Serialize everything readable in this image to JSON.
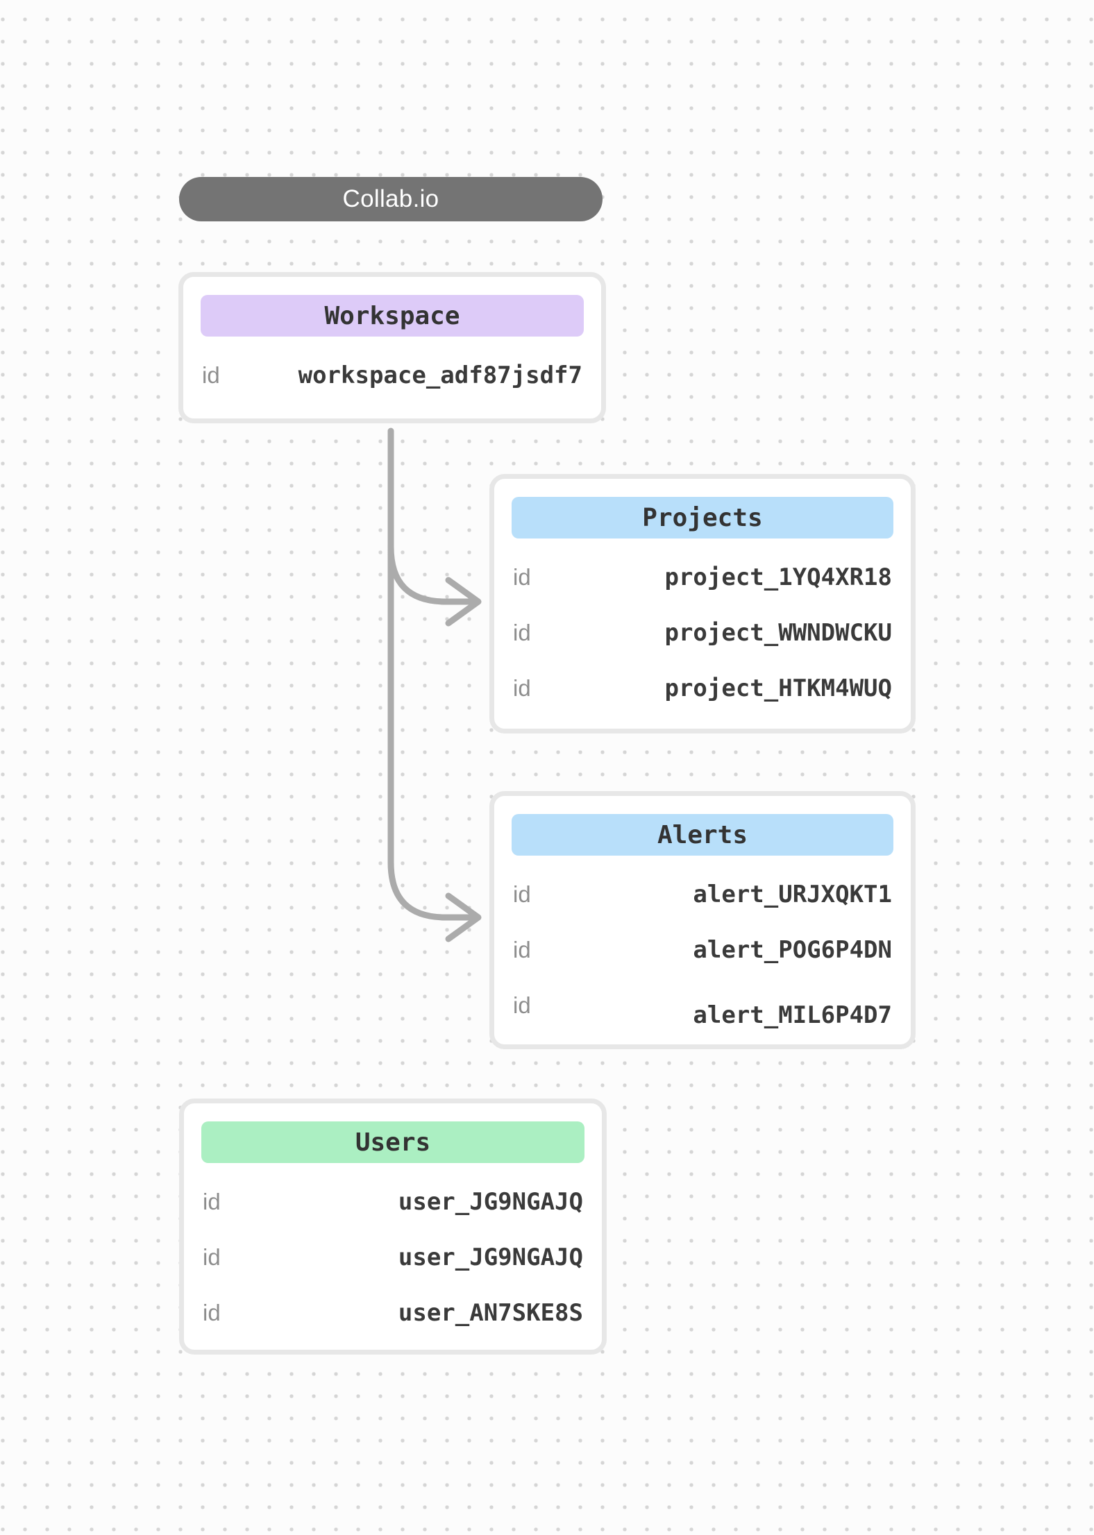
{
  "app": {
    "title": "Collab.io"
  },
  "colors": {
    "pill_bg": "#747474",
    "card_border": "#e7e7e7",
    "workspace_header_bg": "#ddcbf8",
    "projects_header_bg": "#b8dffa",
    "alerts_header_bg": "#b8dffa",
    "users_header_bg": "#abefc2",
    "connector": "#ababab"
  },
  "nodes": {
    "workspace": {
      "title": "Workspace",
      "rows": [
        {
          "label": "id",
          "value": "workspace_adf87jsdf7"
        }
      ]
    },
    "projects": {
      "title": "Projects",
      "rows": [
        {
          "label": "id",
          "value": "project_1YQ4XR18"
        },
        {
          "label": "id",
          "value": "project_WWNDWCKU"
        },
        {
          "label": "id",
          "value": "project_HTKM4WUQ"
        }
      ]
    },
    "alerts": {
      "title": "Alerts",
      "rows": [
        {
          "label": "id",
          "value": "alert_URJXQKT1"
        },
        {
          "label": "id",
          "value": "alert_POG6P4DN"
        },
        {
          "label": "id",
          "value": "alert_MIL6P4D7"
        }
      ]
    },
    "users": {
      "title": "Users",
      "rows": [
        {
          "label": "id",
          "value": "user_JG9NGAJQ"
        },
        {
          "label": "id",
          "value": "user_JG9NGAJQ"
        },
        {
          "label": "id",
          "value": "user_AN7SKE8S"
        }
      ]
    }
  },
  "edges": [
    {
      "from": "Workspace",
      "to": "Projects"
    },
    {
      "from": "Workspace",
      "to": "Alerts"
    }
  ]
}
